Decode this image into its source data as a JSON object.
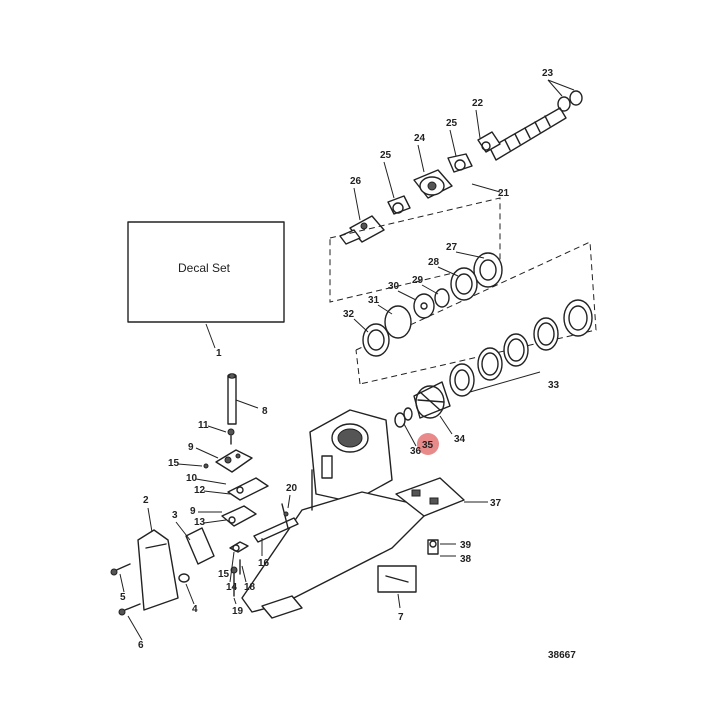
{
  "decal_label": "Decal Set",
  "reference_number": "38667",
  "highlight_color": "#e88a8a",
  "highlighted_callout": "35",
  "callouts": {
    "c1": "1",
    "c2": "2",
    "c3": "3",
    "c4": "4",
    "c5": "5",
    "c6": "6",
    "c7": "7",
    "c8": "8",
    "c9a": "9",
    "c9b": "9",
    "c10": "10",
    "c11": "11",
    "c12": "12",
    "c13": "13",
    "c14": "14",
    "c15a": "15",
    "c15b": "15",
    "c16": "16",
    "c18": "18",
    "c19": "19",
    "c20": "20",
    "c21": "21",
    "c22": "22",
    "c23": "23",
    "c24": "24",
    "c25a": "25",
    "c25b": "25",
    "c26": "26",
    "c27": "27",
    "c28": "28",
    "c29": "29",
    "c30": "30",
    "c31": "31",
    "c32": "32",
    "c33": "33",
    "c34": "34",
    "c35": "35",
    "c36": "36",
    "c37": "37",
    "c38": "38",
    "c39": "39"
  }
}
